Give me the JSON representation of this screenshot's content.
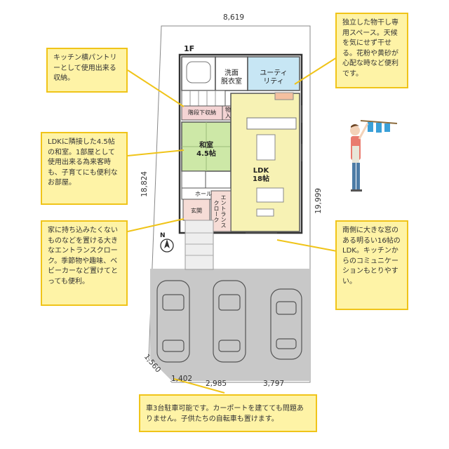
{
  "dimensions": {
    "top_width": "8,619",
    "left_height": "18,824",
    "right_height": "19,999",
    "corner": "1,560",
    "bottom_a": "1,402",
    "bottom_b": "2,985",
    "bottom_c": "3,797"
  },
  "floor_label": "1F",
  "rooms": {
    "washroom": "洗面\n脱衣室",
    "utility": "ユーティ\nリティ",
    "stair_storage": "階段下収納",
    "storage": "物\n入",
    "washitsu": "和室\n4.5帖",
    "ldk": "LDK\n18帖",
    "hall": "ホール",
    "entrance": "玄関",
    "entrance_closet": "エントランス\nクローク"
  },
  "north_label": "N",
  "notes": {
    "kitchen_pantry": "キッチン横パントリーとして使用出来る収納。",
    "washitsu": "LDKに隣接した4.5帖の和室。1部屋として使用出来る為来客時も、子育てにも便利なお部屋。",
    "entrance_closet": "家に持ち込みたくないものなどを置ける大きなエントランスクローク。季節物や趣味、ベビーカーなど置けてとっても便利。",
    "utility": "独立した物干し専用スペース。天候を気にせず干せる。花粉や黄砂が心配な時など便利です。",
    "ldk": "南側に大きな窓のある明るい16帖のLDK。キッチンからのコミュニケーションもとりやすい。",
    "parking": "車3台駐車可能です。カーポートを建てても問題ありません。子供たちの自転車も置けます。"
  },
  "colors": {
    "note_bg": "#fef3a6",
    "note_border": "#f0c419",
    "washitsu": "#cde8a7",
    "ldk": "#f7f2b4",
    "utility": "#c7e6f4",
    "storage": "#f4d4d4",
    "entrance": "#f6dcd6",
    "parking": "#c7c7c7"
  }
}
